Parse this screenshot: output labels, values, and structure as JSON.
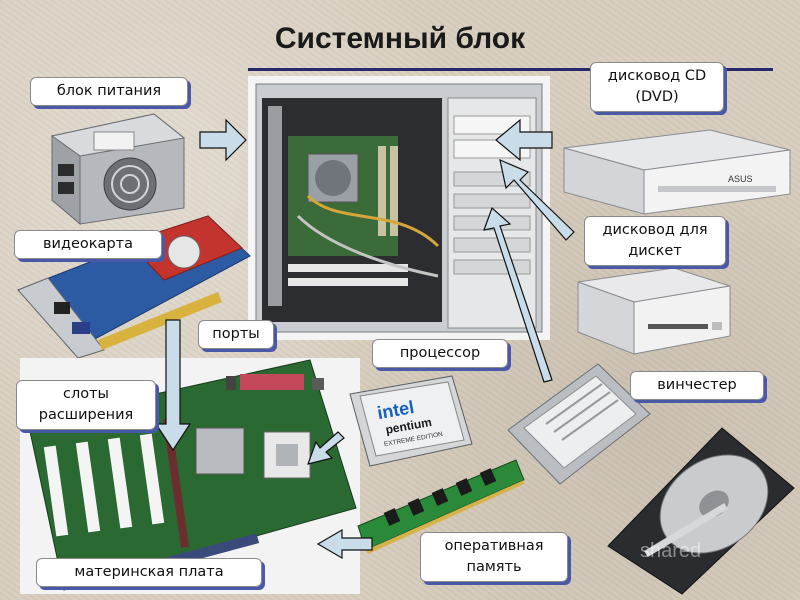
{
  "title": "Системный блок",
  "labels": {
    "psu": "блок питания",
    "cd_line1": "дисковод CD",
    "cd_line2": "(DVD)",
    "video": "видеокарта",
    "floppy_line1": "дисковод для",
    "floppy_line2": "дискет",
    "ports": "порты",
    "cpu": "процессор",
    "slots_line1": "слоты",
    "slots_line2": "расширения",
    "hdd": "винчестер",
    "motherboard": "материнская плата",
    "ram_line1": "оперативная",
    "ram_line2": "память"
  },
  "cpu_chip": {
    "brand": "intel",
    "model": "pentium",
    "edition": "EXTREME EDITION"
  },
  "watermark": "shared",
  "colors": {
    "accent_rule": "#26296b",
    "label_shadow": "#4a58a8",
    "arrow_fill": "#c8dce9",
    "background": "#d9cfc0"
  }
}
